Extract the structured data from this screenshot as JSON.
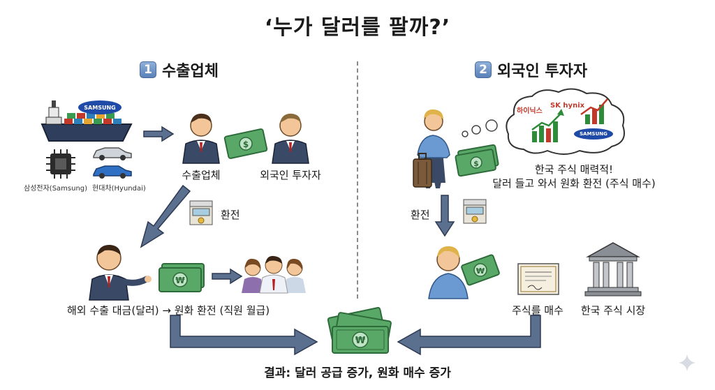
{
  "title": "‘누가 달러를 팔까?’",
  "sections": [
    {
      "badge": "1",
      "heading": "수출업체"
    },
    {
      "badge": "2",
      "heading": "외국인 투자자"
    }
  ],
  "left": {
    "company_labels": [
      "삼성전자(Samsung)",
      "현대차(Hyundai)"
    ],
    "ship_logo": "SAMSUNG",
    "exporter_label": "수출업체",
    "investor_label": "외국인 투자자",
    "exchange_label": "환전",
    "flow_label": "해외 수출 대금(달러) → 원화 환전 (직원 월급)"
  },
  "right": {
    "thought_brands": [
      "하이닉스",
      "SK hynix",
      "SAMSUNG"
    ],
    "caption_line1": "한국 주식 매력적!",
    "caption_line2": "달러 들고 와서 원화 환전 (주식 매수)",
    "exchange_label": "환전",
    "buy_label": "주식를 매수",
    "market_label": "한국 주식 시장"
  },
  "result": "결과: 달러 공급 증가, 원화 매수 증가",
  "colors": {
    "arrow_fill": "#5b6f8f",
    "arrow_stroke": "#2d3a52",
    "money_green": "#5aa867",
    "money_dark": "#2e6b3a",
    "suit": "#3a4a66",
    "skin": "#f3c69a",
    "blond_hair": "#e0b24a",
    "blue_shirt": "#6b9ad2"
  }
}
